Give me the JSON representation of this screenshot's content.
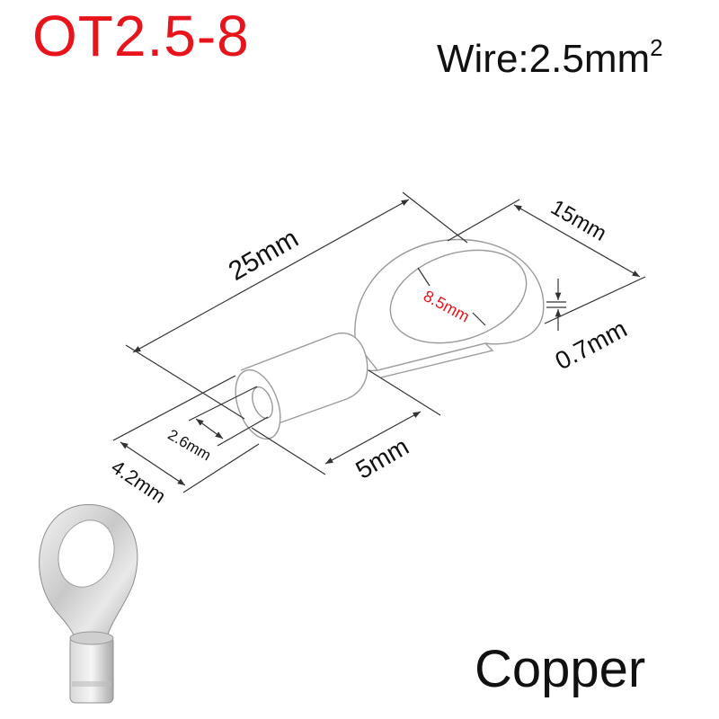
{
  "title": {
    "model": "OT2.5-8",
    "wire_prefix": "Wire:",
    "wire_value": "2.5mm",
    "wire_exponent": "2"
  },
  "material": "Copper",
  "dimensions": {
    "total_length": "25mm",
    "ring_width": "15mm",
    "hole_diameter": "8.5mm",
    "thickness": "0.7mm",
    "barrel_length": "5mm",
    "barrel_inner_diameter": "2.6mm",
    "barrel_outer_diameter": "4.2mm"
  },
  "colors": {
    "title": "#e8141b",
    "hole_label": "#e8141b",
    "lines": "#3a3a3a"
  }
}
